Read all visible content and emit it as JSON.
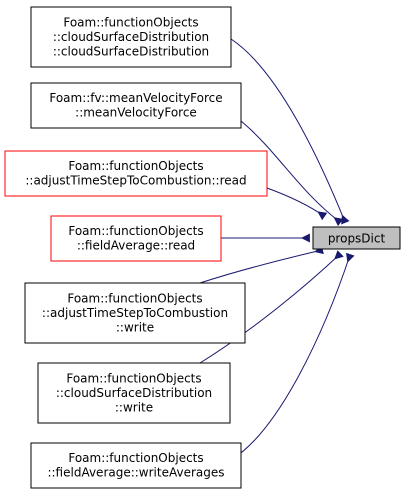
{
  "target": {
    "label": "propsDict",
    "fill": "#bfbfbf",
    "border": "#000000"
  },
  "callers": [
    {
      "id": "cloud-surface-distribution-ctor",
      "lines": [
        "Foam::functionObjects",
        "::cloudSurfaceDistribution",
        "::cloudSurfaceDistribution"
      ],
      "border": "#000000"
    },
    {
      "id": "mean-velocity-force-ctor",
      "lines": [
        "Foam::fv::meanVelocityForce",
        "::meanVelocityForce"
      ],
      "border": "#000000"
    },
    {
      "id": "adjust-timestep-read",
      "lines": [
        "Foam::functionObjects",
        "::adjustTimeStepToCombustion::read"
      ],
      "border": "#ff0000"
    },
    {
      "id": "field-average-read",
      "lines": [
        "Foam::functionObjects",
        "::fieldAverage::read"
      ],
      "border": "#ff0000"
    },
    {
      "id": "adjust-timestep-write",
      "lines": [
        "Foam::functionObjects",
        "::adjustTimeStepToCombustion",
        "::write"
      ],
      "border": "#000000"
    },
    {
      "id": "cloud-surface-distribution-write",
      "lines": [
        "Foam::functionObjects",
        "::cloudSurfaceDistribution",
        "::write"
      ],
      "border": "#000000"
    },
    {
      "id": "field-average-write-averages",
      "lines": [
        "Foam::functionObjects",
        "::fieldAverage::writeAverages"
      ],
      "border": "#000000"
    }
  ],
  "edge_color": "#191970"
}
